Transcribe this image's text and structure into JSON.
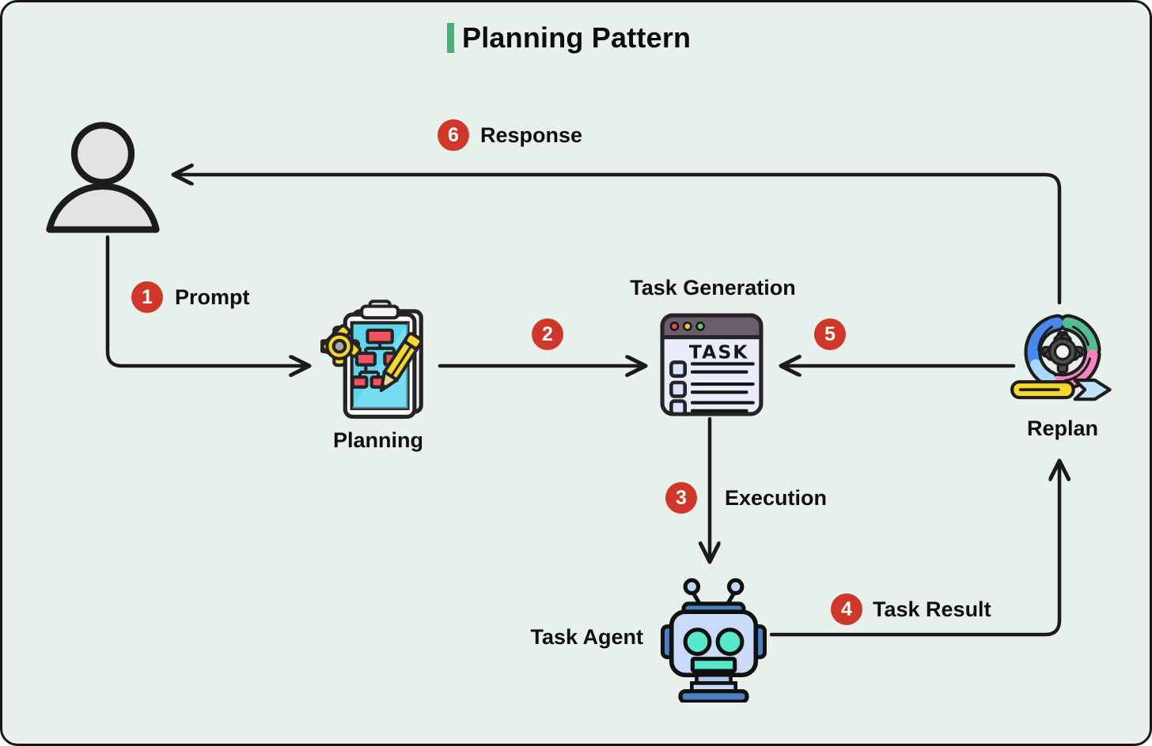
{
  "title": "Planning Pattern",
  "colors": {
    "background": "#e8f0ec",
    "accent_green": "#4cae7a",
    "badge_red": "#cf372a",
    "line_black": "#1b1b1b",
    "page_cyan": "#5fd6ee",
    "flow_red": "#f4525e",
    "gear_yellow": "#f6d72c",
    "window_bar_purple": "#6b5d6b",
    "window_body_lavender": "#e9ecfa",
    "robot_blue": "#4d7fc4",
    "robot_face": "#c9dbf8",
    "robot_teal": "#57e9cb",
    "cycle_blue": "#4a87ee",
    "cycle_green": "#55bd92",
    "cycle_pink": "#f783c0",
    "cycle_lightblue": "#a6d9f7"
  },
  "nodes": {
    "user": {
      "icon": "person-icon",
      "label": ""
    },
    "planning": {
      "icon": "clipboard-flowchart-icon",
      "label": "Planning"
    },
    "task_generation": {
      "icon": "task-window-icon",
      "label": "Task Generation",
      "window_text": "TASK"
    },
    "replan": {
      "icon": "agile-cycle-icon",
      "label": "Replan"
    },
    "task_agent": {
      "icon": "robot-icon",
      "label": "Task Agent"
    }
  },
  "steps": [
    {
      "num": "1",
      "label": "Prompt",
      "from": "user",
      "to": "planning"
    },
    {
      "num": "2",
      "label": "",
      "from": "planning",
      "to": "task_generation"
    },
    {
      "num": "3",
      "label": "Execution",
      "from": "task_generation",
      "to": "task_agent"
    },
    {
      "num": "4",
      "label": "Task Result",
      "from": "task_agent",
      "to": "replan"
    },
    {
      "num": "5",
      "label": "",
      "from": "replan",
      "to": "task_generation"
    },
    {
      "num": "6",
      "label": "Response",
      "from": "replan",
      "to": "user"
    }
  ]
}
